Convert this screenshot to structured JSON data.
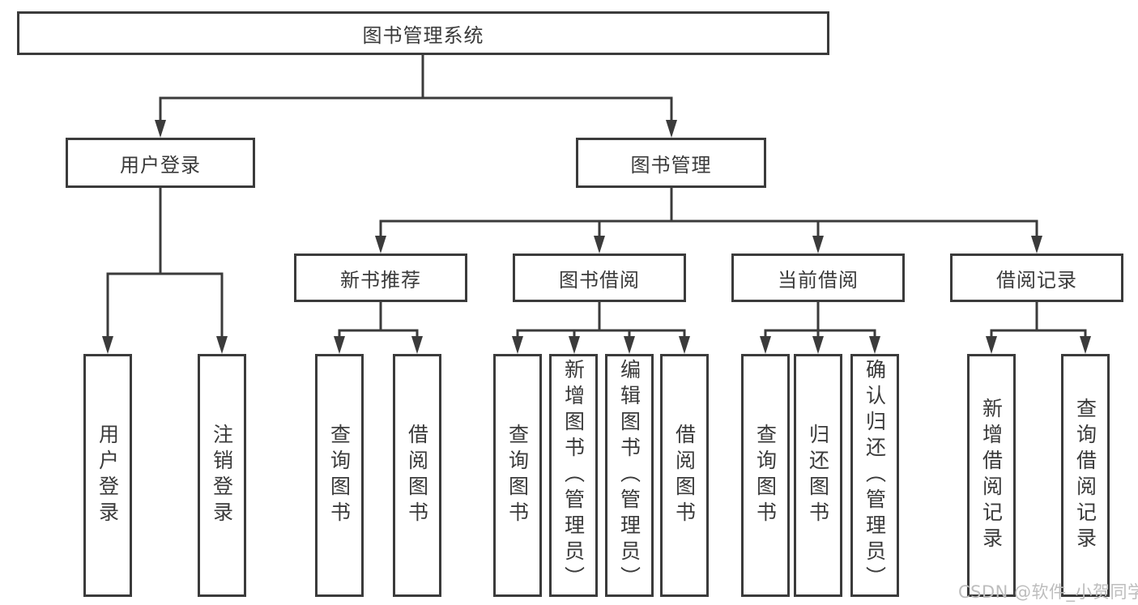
{
  "diagram": {
    "root_label": "图书管理系统",
    "watermark": "CSDN @软件_小贺同学",
    "colors": {
      "line": "#3b3b3b",
      "text": "#3a3a3a",
      "watermark": "#bdbdbd"
    },
    "tree": [
      {
        "label": "用户登录",
        "children": [
          {
            "label": "用户登录"
          },
          {
            "label": "注销登录"
          }
        ]
      },
      {
        "label": "图书管理",
        "children": [
          {
            "label": "新书推荐",
            "children": [
              {
                "label": "查询图书"
              },
              {
                "label": "借阅图书"
              }
            ]
          },
          {
            "label": "图书借阅",
            "children": [
              {
                "label": "查询图书"
              },
              {
                "label": "新增图书（管理员）"
              },
              {
                "label": "编辑图书（管理员）"
              },
              {
                "label": "借阅图书"
              }
            ]
          },
          {
            "label": "当前借阅",
            "children": [
              {
                "label": "查询图书"
              },
              {
                "label": "归还图书"
              },
              {
                "label": "确认归还（管理员）"
              }
            ]
          },
          {
            "label": "借阅记录",
            "children": [
              {
                "label": "新增借阅记录"
              },
              {
                "label": "查询借阅记录"
              }
            ]
          }
        ]
      }
    ]
  }
}
